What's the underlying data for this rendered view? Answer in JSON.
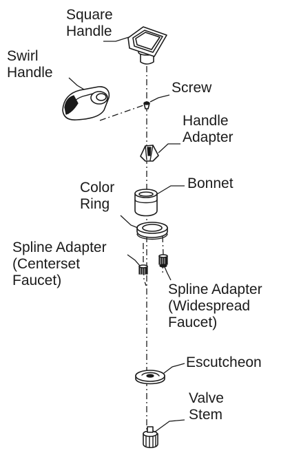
{
  "labels": {
    "square_handle": "Square\nHandle",
    "swirl_handle": "Swirl\nHandle",
    "screw": "Screw",
    "handle_adapter": "Handle\nAdapter",
    "color_ring": "Color\nRing",
    "bonnet": "Bonnet",
    "spline_adapter_centerset": "Spline Adapter\n(Centerset\nFaucet)",
    "spline_adapter_widespread": "Spline Adapter\n(Widespread\nFaucet)",
    "escutcheon": "Escutcheon",
    "valve_stem": "Valve\nStem"
  },
  "style": {
    "line_color": "#1a1a1a",
    "background": "#ffffff"
  }
}
